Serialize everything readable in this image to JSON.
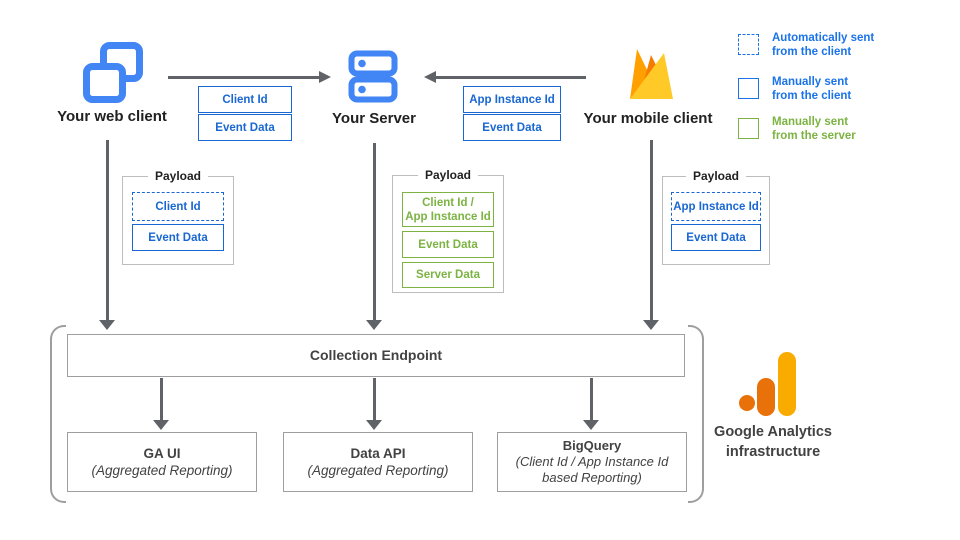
{
  "nodes": {
    "web": {
      "label": "Your web client"
    },
    "server": {
      "label": "Your Server"
    },
    "mobile": {
      "label": "Your mobile client"
    }
  },
  "flows": {
    "web_to_server": {
      "labels": [
        "Client Id",
        "Event Data"
      ]
    },
    "mobile_to_server": {
      "labels": [
        "App Instance Id",
        "Event Data"
      ]
    }
  },
  "legend": {
    "items": [
      {
        "label": "Automatically sent\nfrom the client",
        "swatch": "dashed-blue"
      },
      {
        "label": "Manually sent\nfrom the client",
        "swatch": "solid-blue"
      },
      {
        "label": "Manually sent\nfrom the server",
        "swatch": "solid-green"
      }
    ]
  },
  "payloads": {
    "web": {
      "title": "Payload",
      "items": [
        {
          "label": "Client Id",
          "style": "dashed-blue"
        },
        {
          "label": "Event Data",
          "style": "solid-blue"
        }
      ]
    },
    "server": {
      "title": "Payload",
      "items": [
        {
          "label": "Client Id /\nApp Instance Id",
          "style": "solid-green"
        },
        {
          "label": "Event Data",
          "style": "solid-green"
        },
        {
          "label": "Server Data",
          "style": "solid-green"
        }
      ]
    },
    "mobile": {
      "title": "Payload",
      "items": [
        {
          "label": "App Instance Id",
          "style": "dashed-blue"
        },
        {
          "label": "Event Data",
          "style": "solid-blue"
        }
      ]
    }
  },
  "infrastructure": {
    "collection_endpoint_label": "Collection Endpoint",
    "outputs": [
      {
        "title": "GA UI",
        "subtitle": "(Aggregated Reporting)"
      },
      {
        "title": "Data API",
        "subtitle": "(Aggregated Reporting)"
      },
      {
        "title": "BigQuery",
        "subtitle": "(Client Id / App Instance Id\nbased Reporting)"
      }
    ],
    "brand_label": "Google Analytics\ninfrastructure"
  },
  "icons": {
    "web": "browser-windows-icon",
    "server": "server-stack-icon",
    "mobile": "firebase-icon",
    "brand": "google-analytics-icon"
  },
  "colors": {
    "icon_blue": "#4285F4",
    "client_blue": "#1967D2",
    "legend_blue": "#1A73E8",
    "server_green": "#7CB342",
    "arrow_gray": "#5F6368",
    "box_border_gray": "#9E9E9E",
    "text_dark": "#424242",
    "ga_orange": "#E8710A",
    "ga_amber": "#F9AB00",
    "firebase_yellow": "#FFCA28",
    "firebase_orange": "#FFA000",
    "firebase_deep_orange": "#F57C00"
  }
}
